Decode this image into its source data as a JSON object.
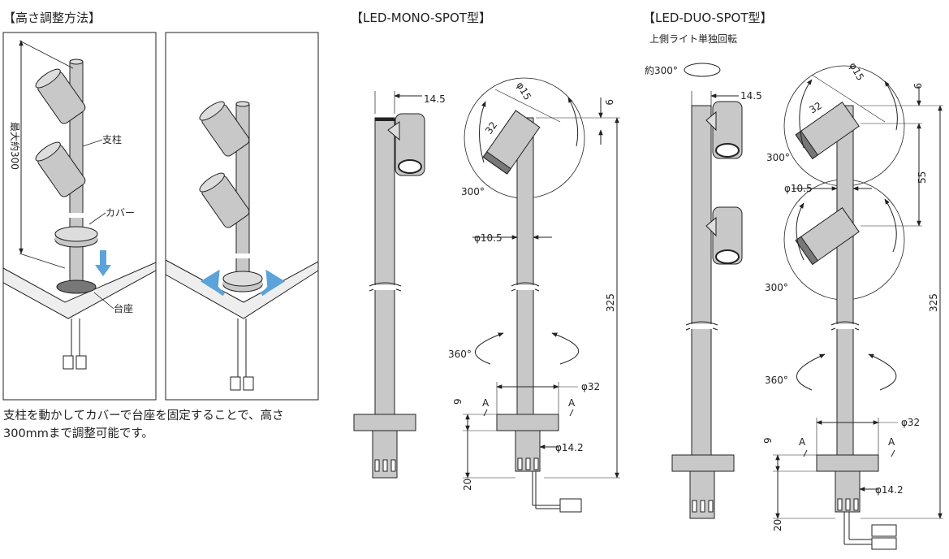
{
  "section_height_adjust": {
    "heading": "【高さ調整方法】",
    "labels": {
      "post": "支柱",
      "cover": "カバー",
      "base": "台座",
      "max_height": "最大約300"
    },
    "note": "支柱を動かしてカバーで台座を固定することで、高さ300mmまで調整可能です。"
  },
  "section_mono": {
    "heading": "【LED-MONO-SPOT型】",
    "dims": {
      "d_head": "φ15",
      "len_head": "32",
      "offset_9": "9",
      "width_14_5": "14.5",
      "rot_300": "300°",
      "rot_360": "360°",
      "post_dia": "φ10.5",
      "total_h": "325",
      "base_dia": "φ32",
      "base_h": "9",
      "section_a": "A",
      "lower_dia": "φ14.2",
      "lower_h": "20"
    }
  },
  "section_duo": {
    "heading": "【LED-DUO-SPOT型】",
    "subheading": "上側ライト単独回転",
    "dims": {
      "approx_rot": "約300°",
      "width_14_5": "14.5",
      "d_head": "φ15",
      "len_head": "32",
      "offset_9": "9",
      "rot_300_top": "300°",
      "rot_300_bottom": "300°",
      "spacing": "55",
      "post_dia": "φ10.5",
      "total_h": "325",
      "rot_360": "360°",
      "base_dia": "φ32",
      "base_h": "9",
      "section_a": "A",
      "lower_dia": "φ14.2",
      "lower_h": "20"
    }
  },
  "colors": {
    "metal": "#c8c8c8",
    "metal_dark": "#9a9a9a",
    "line": "#222222",
    "arrow_blue": "#5ba3d9"
  }
}
